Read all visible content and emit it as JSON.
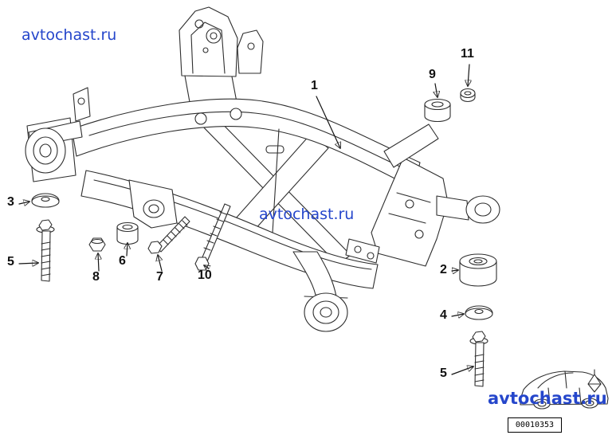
{
  "page": {
    "background": "#ffffff"
  },
  "watermark": {
    "text": "avtochast.ru",
    "color": "#2546cb"
  },
  "callouts": [
    {
      "id": "callout-1",
      "label": "1"
    },
    {
      "id": "callout-2",
      "label": "2"
    },
    {
      "id": "callout-3",
      "label": "3"
    },
    {
      "id": "callout-4",
      "label": "4"
    },
    {
      "id": "callout-5-left",
      "label": "5"
    },
    {
      "id": "callout-5-right",
      "label": "5"
    },
    {
      "id": "callout-6",
      "label": "6"
    },
    {
      "id": "callout-7",
      "label": "7"
    },
    {
      "id": "callout-8",
      "label": "8"
    },
    {
      "id": "callout-9",
      "label": "9"
    },
    {
      "id": "callout-10",
      "label": "10"
    },
    {
      "id": "callout-11",
      "label": "11"
    }
  ],
  "footer": {
    "diagram_code": "00010353"
  }
}
